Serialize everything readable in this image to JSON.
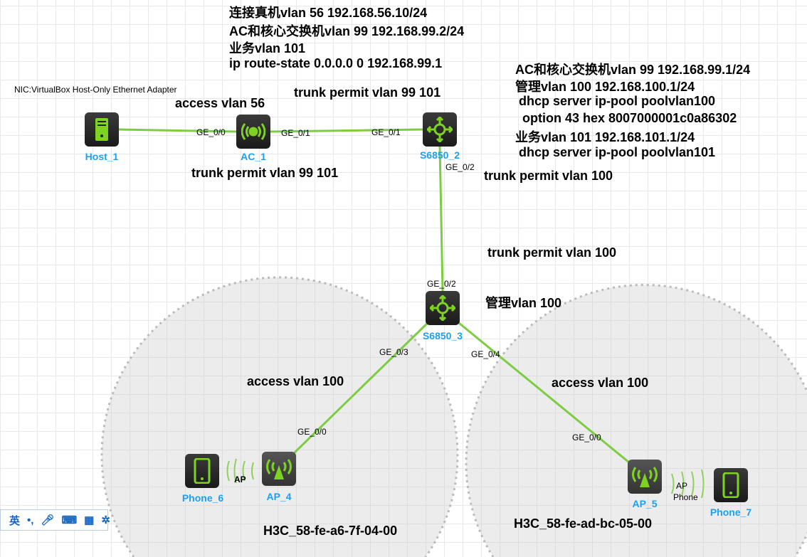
{
  "notes": {
    "ac_config": [
      "连接真机vlan 56 192.168.56.10/24",
      "AC和核心交换机vlan 99 192.168.99.2/24",
      "业务vlan 101",
      "ip route-state 0.0.0.0 0 192.168.99.1"
    ],
    "core_config": [
      "AC和核心交换机vlan 99 192.168.99.1/24",
      "管理vlan 100 192.168.100.1/24",
      " dhcp server ip-pool poolvlan100",
      "  option 43 hex 8007000001c0a86302",
      "业务vlan 101 192.168.101.1/24",
      " dhcp server ip-pool poolvlan101"
    ],
    "nic": "NIC:VirtualBox Host-Only Ethernet Adapter",
    "access56": "access vlan 56",
    "trunk_top": "trunk permit vlan 99 101",
    "trunk_ac": "trunk permit vlan 99 101",
    "trunk100a": "trunk permit vlan 100",
    "trunk100b": "trunk permit vlan 100",
    "mgmt": "管理vlan 100",
    "access100a": "access vlan 100",
    "access100b": "access vlan 100",
    "ssid_left": "H3C_58-fe-a6-7f-04-00",
    "ssid_right": "H3C_58-fe-ad-bc-05-00"
  },
  "devices": {
    "host1": "Host_1",
    "ac1": "AC_1",
    "s2": "S6850_2",
    "s3": "S6850_3",
    "ap4": "AP_4",
    "ap5": "AP_5",
    "phone6": "Phone_6",
    "phone7": "Phone_7"
  },
  "ports": {
    "host_ge00": "GE_0/0",
    "ac_ge01": "GE_0/1",
    "s2_ge01": "GE_0/1",
    "s2_ge02": "GE_0/2",
    "s3_ge02": "GE_0/2",
    "s3_ge03": "GE_0/3",
    "s3_ge04": "GE_0/4",
    "ap4_ge00": "GE_0/0",
    "ap5_ge00": "GE_0/0",
    "ap_left": "AP",
    "ap_right": "AP",
    "phone_right": "Phone"
  },
  "ime": {
    "lang": "英",
    "punct": "•,"
  },
  "colors": {
    "link": "#7dcc44",
    "label": "#1ea0f0",
    "icon": "#7ed321"
  }
}
